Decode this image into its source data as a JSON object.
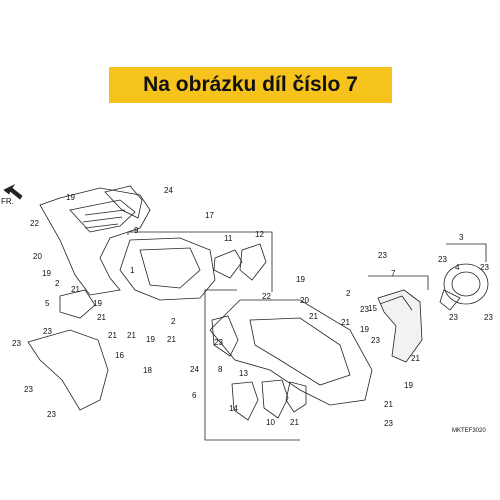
{
  "banner": {
    "text": "Na obrázku díl číslo 7"
  },
  "direction_label": "FR.",
  "reference_code": "MKTEF3020",
  "part_labels": [
    "1",
    "2",
    "3",
    "4",
    "5",
    "6",
    "7",
    "8",
    "9",
    "10",
    "11",
    "12",
    "13",
    "14",
    "15",
    "16",
    "17",
    "18",
    "19",
    "20",
    "21",
    "22",
    "23",
    "24"
  ],
  "colors": {
    "banner_bg": "#f6c21c",
    "line": "#222222"
  }
}
